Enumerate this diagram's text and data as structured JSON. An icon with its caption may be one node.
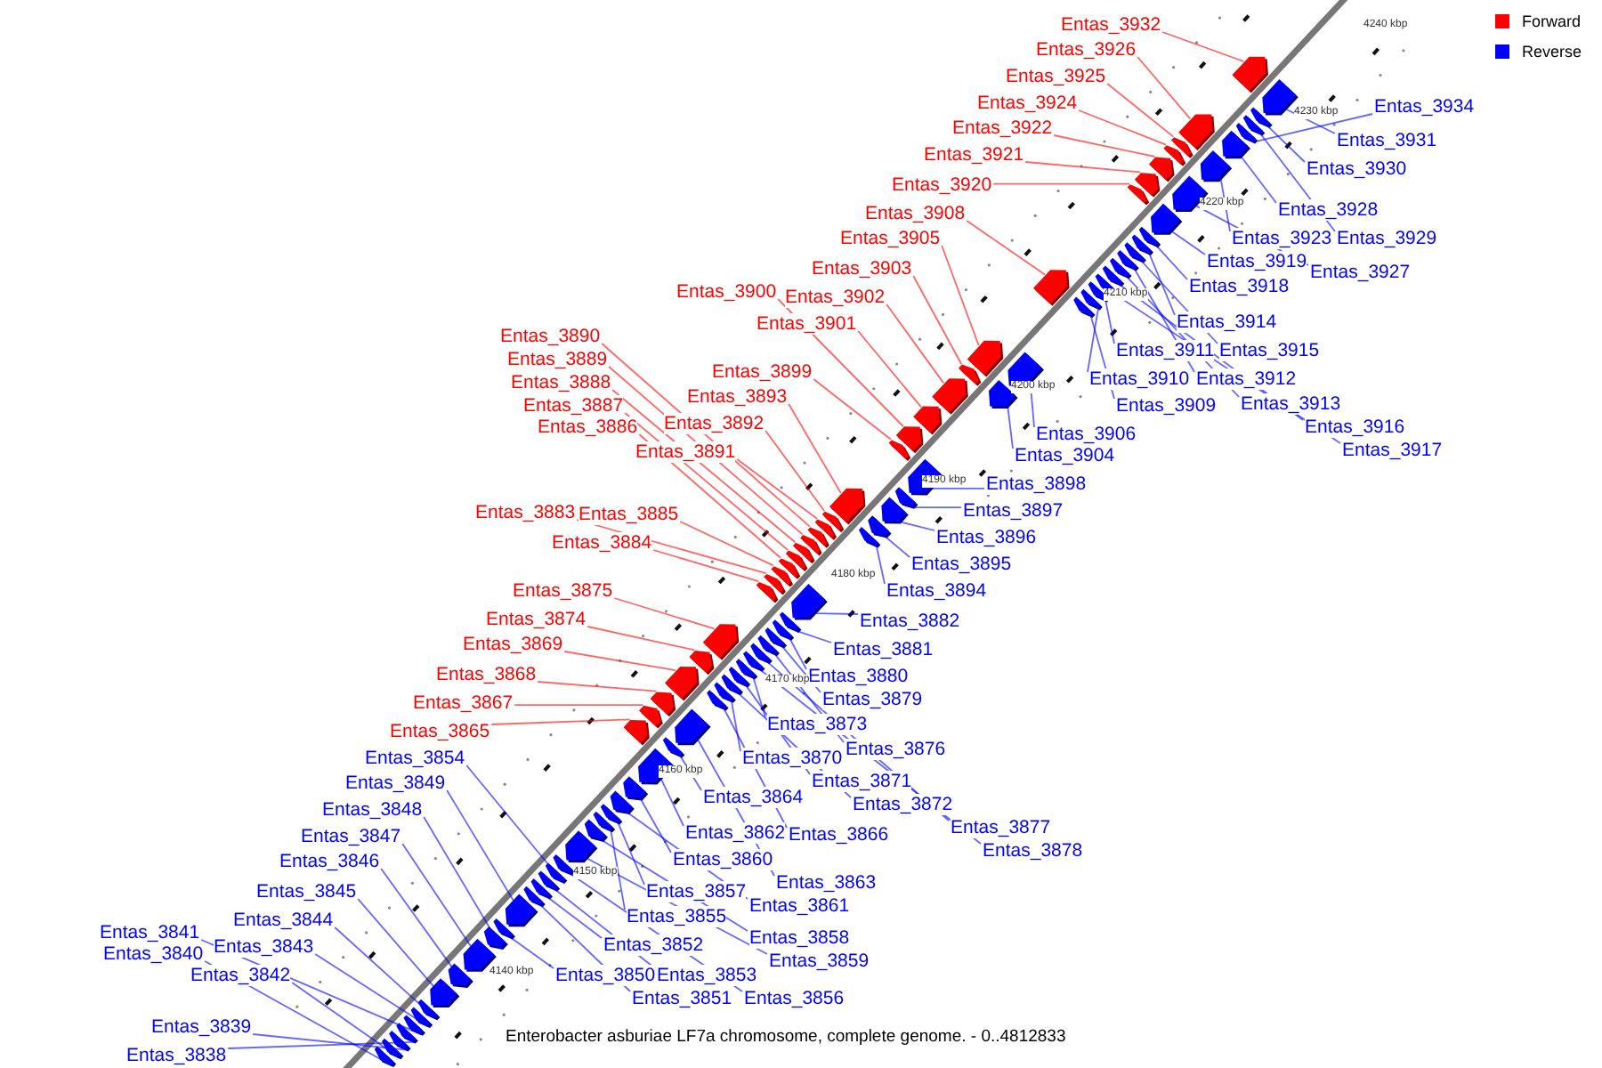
{
  "diagram": {
    "caption": "Enterobacter asburiae LF7a chromosome, complete genome. - 0..4812833",
    "nodes": [
      {
        "text": [
          "Entas_3932"
        ]
      },
      {
        "text": [
          "Entas_3926"
        ]
      },
      {
        "text": [
          "Entas_3925"
        ]
      },
      {
        "text": [
          "Entas_3924"
        ]
      },
      {
        "text": [
          "Entas_3922"
        ]
      },
      {
        "text": [
          "Entas_3921"
        ]
      },
      {
        "text": [
          "Entas_3920"
        ]
      },
      {
        "text": [
          "Entas_3908"
        ]
      },
      {
        "text": [
          "Entas_3905"
        ]
      },
      {
        "text": [
          "Entas_3903"
        ]
      },
      {
        "text": [
          "Entas_3902"
        ]
      },
      {
        "text": [
          "Entas_3901"
        ]
      },
      {
        "text": [
          "Entas_3900"
        ]
      },
      {
        "text": [
          "Entas_3899"
        ]
      },
      {
        "text": [
          "Entas_3893"
        ]
      },
      {
        "text": [
          "Entas_3892"
        ]
      },
      {
        "text": [
          "Entas_3891"
        ]
      },
      {
        "text": [
          "Entas_3890"
        ]
      },
      {
        "text": [
          "Entas_3889"
        ]
      },
      {
        "text": [
          "Entas_3888"
        ]
      },
      {
        "text": [
          "Entas_3887"
        ]
      },
      {
        "text": [
          "Entas_3886"
        ]
      },
      {
        "text": [
          "Entas_3885"
        ]
      },
      {
        "text": [
          "Entas_3884"
        ]
      },
      {
        "text": [
          "Entas_3883"
        ]
      },
      {
        "text": [
          "Entas_3875"
        ]
      },
      {
        "text": [
          "Entas_3874"
        ]
      },
      {
        "text": [
          "Entas_3869"
        ]
      },
      {
        "text": [
          "Entas_3868"
        ]
      },
      {
        "text": [
          "Entas_3867"
        ]
      },
      {
        "text": [
          "Entas_3865"
        ]
      },
      {
        "text": [
          "Entas_3934"
        ]
      },
      {
        "text": [
          "Entas_3931"
        ]
      },
      {
        "text": [
          "Entas_3930"
        ]
      },
      {
        "text": [
          "Entas_3928"
        ]
      },
      {
        "text": [
          "Entas_3929"
        ]
      },
      {
        "text": [
          "Entas_3923"
        ]
      },
      {
        "text": [
          "Entas_3927"
        ]
      },
      {
        "text": [
          "Entas_3919"
        ]
      },
      {
        "text": [
          "Entas_3918"
        ]
      },
      {
        "text": [
          "Entas_3914"
        ]
      },
      {
        "text": [
          "Entas_3915"
        ]
      },
      {
        "text": [
          "Entas_3911"
        ]
      },
      {
        "text": [
          "Entas_3910"
        ]
      },
      {
        "text": [
          "Entas_3912"
        ]
      },
      {
        "text": [
          "Entas_3909"
        ]
      },
      {
        "text": [
          "Entas_3913"
        ]
      },
      {
        "text": [
          "Entas_3916"
        ]
      },
      {
        "text": [
          "Entas_3917"
        ]
      },
      {
        "text": [
          "Entas_3906"
        ]
      },
      {
        "text": [
          "Entas_3904"
        ]
      },
      {
        "text": [
          "Entas_3898"
        ]
      },
      {
        "text": [
          "Entas_3897"
        ]
      },
      {
        "text": [
          "Entas_3896"
        ]
      },
      {
        "text": [
          "Entas_3895"
        ]
      },
      {
        "text": [
          "Entas_3894"
        ]
      },
      {
        "text": [
          "Entas_3882"
        ]
      },
      {
        "text": [
          "Entas_3881"
        ]
      },
      {
        "text": [
          "Entas_3880"
        ]
      },
      {
        "text": [
          "Entas_3879"
        ]
      },
      {
        "text": [
          "Entas_3873"
        ]
      },
      {
        "text": [
          "Entas_3876"
        ]
      },
      {
        "text": [
          "Entas_3870"
        ]
      },
      {
        "text": [
          "Entas_3871"
        ]
      },
      {
        "text": [
          "Entas_3872"
        ]
      },
      {
        "text": [
          "Entas_3877"
        ]
      },
      {
        "text": [
          "Entas_3878"
        ]
      },
      {
        "text": [
          "Entas_3864"
        ]
      },
      {
        "text": [
          "Entas_3862"
        ]
      },
      {
        "text": [
          "Entas_3866"
        ]
      },
      {
        "text": [
          "Entas_3860"
        ]
      },
      {
        "text": [
          "Entas_3863"
        ]
      },
      {
        "text": [
          "Entas_3861"
        ]
      },
      {
        "text": [
          "Entas_3857"
        ]
      },
      {
        "text": [
          "Entas_3855"
        ]
      },
      {
        "text": [
          "Entas_3858"
        ]
      },
      {
        "text": [
          "Entas_3852"
        ]
      },
      {
        "text": [
          "Entas_3859"
        ]
      },
      {
        "text": [
          "Entas_3850"
        ]
      },
      {
        "text": [
          "Entas_3853"
        ]
      },
      {
        "text": [
          "Entas_3851"
        ]
      },
      {
        "text": [
          "Entas_3856"
        ]
      },
      {
        "text": [
          "Entas_3854"
        ]
      },
      {
        "text": [
          "Entas_3849"
        ]
      },
      {
        "text": [
          "Entas_3848"
        ]
      },
      {
        "text": [
          "Entas_3847"
        ]
      },
      {
        "text": [
          "Entas_3846"
        ]
      },
      {
        "text": [
          "Entas_3845"
        ]
      },
      {
        "text": [
          "Entas_3844"
        ]
      },
      {
        "text": [
          "Entas_3843"
        ]
      },
      {
        "text": [
          "Entas_3841"
        ]
      },
      {
        "text": [
          "Entas_3840"
        ]
      },
      {
        "text": [
          "Entas_3842"
        ]
      },
      {
        "text": [
          "Entas_3839"
        ]
      },
      {
        "text": [
          "Entas_3838"
        ]
      },
      {
        "text": [],
        "shape": "pentagon"
      },
      {
        "text": [],
        "shape": "pentagon"
      },
      {
        "text": [],
        "shape": "pentagon"
      },
      {
        "text": [],
        "shape": "pentagon"
      },
      {
        "text": [],
        "shape": "pentagon"
      },
      {
        "text": [],
        "shape": "pentagon"
      },
      {
        "text": [],
        "shape": "pentagon"
      },
      {
        "text": [],
        "shape": "pentagon"
      },
      {
        "text": [],
        "shape": "pentagon"
      },
      {
        "text": [],
        "shape": "pentagon"
      },
      {
        "text": [],
        "shape": "pentagon"
      },
      {
        "text": [],
        "shape": "pentagon"
      },
      {
        "text": [],
        "shape": "pentagon"
      },
      {
        "text": [],
        "shape": "pentagon"
      },
      {
        "text": [],
        "shape": "pentagon"
      },
      {
        "text": [],
        "shape": "pentagon"
      },
      {
        "text": [],
        "shape": "pentagon"
      },
      {
        "text": [],
        "shape": "pentagon"
      },
      {
        "text": [],
        "shape": "pentagon"
      },
      {
        "text": [],
        "shape": "pentagon"
      },
      {
        "text": [],
        "shape": "pentagon"
      },
      {
        "text": [],
        "shape": "pentagon"
      },
      {
        "text": [],
        "shape": "pentagon"
      },
      {
        "text": [],
        "shape": "pentagon"
      },
      {
        "text": [],
        "shape": "pentagon"
      },
      {
        "text": [],
        "shape": "pentagon"
      },
      {
        "text": [],
        "shape": "pentagon"
      },
      {
        "text": [],
        "shape": "pentagon"
      },
      {
        "text": [],
        "shape": "pentagon"
      },
      {
        "text": [],
        "shape": "pentagon"
      },
      {
        "text": [],
        "shape": "pentagon"
      },
      {
        "text": [],
        "shape": "pentagon"
      },
      {
        "text": [],
        "shape": "pentagon"
      },
      {
        "text": [],
        "shape": "pentagon"
      },
      {
        "text": [],
        "shape": "pentagon"
      },
      {
        "text": [],
        "shape": "pentagon"
      },
      {
        "text": [],
        "shape": "pentagon"
      },
      {
        "text": [],
        "shape": "pentagon"
      },
      {
        "text": [],
        "shape": "pentagon"
      },
      {
        "text": [],
        "shape": "pentagon"
      },
      {
        "text": [],
        "shape": "pentagon"
      },
      {
        "text": [],
        "shape": "pentagon"
      },
      {
        "text": [],
        "shape": "pentagon"
      },
      {
        "text": [],
        "shape": "pentagon"
      },
      {
        "text": [],
        "shape": "pentagon"
      },
      {
        "text": [],
        "shape": "pentagon"
      },
      {
        "text": [],
        "shape": "pentagon"
      },
      {
        "text": [],
        "shape": "pentagon"
      },
      {
        "text": [],
        "shape": "pentagon"
      },
      {
        "text": [],
        "shape": "pentagon"
      },
      {
        "text": [],
        "shape": "pentagon"
      },
      {
        "text": [],
        "shape": "pentagon"
      },
      {
        "text": [],
        "shape": "pentagon"
      },
      {
        "text": [],
        "shape": "pentagon"
      },
      {
        "text": [],
        "shape": "pentagon"
      },
      {
        "text": [],
        "shape": "pentagon"
      },
      {
        "text": [],
        "shape": "pentagon"
      },
      {
        "text": [],
        "shape": "pentagon"
      },
      {
        "text": [],
        "shape": "pentagon"
      },
      {
        "text": [],
        "shape": "pentagon"
      },
      {
        "text": [],
        "shape": "pentagon"
      },
      {
        "text": [],
        "shape": "pentagon"
      },
      {
        "text": [],
        "shape": "pentagon"
      },
      {
        "text": [],
        "shape": "pentagon"
      },
      {
        "text": [],
        "shape": "pentagon"
      },
      {
        "text": [],
        "shape": "pentagon"
      },
      {
        "text": [],
        "shape": "pentagon"
      },
      {
        "text": [],
        "shape": "pentagon"
      },
      {
        "text": [],
        "shape": "pentagon"
      },
      {
        "text": [],
        "shape": "pentagon"
      },
      {
        "text": [],
        "shape": "pentagon"
      },
      {
        "text": [],
        "shape": "pentagon"
      },
      {
        "text": [],
        "shape": "pentagon"
      },
      {
        "text": [],
        "shape": "pentagon"
      },
      {
        "text": [],
        "shape": "pentagon"
      },
      {
        "text": [],
        "shape": "pentagon"
      },
      {
        "text": [],
        "shape": "pentagon"
      },
      {
        "text": [],
        "shape": "pentagon"
      },
      {
        "text": [],
        "shape": "pentagon"
      },
      {
        "text": [],
        "shape": "pentagon"
      },
      {
        "text": [],
        "shape": "pentagon"
      },
      {
        "text": [],
        "shape": "pentagon"
      },
      {
        "text": [],
        "shape": "pentagon"
      },
      {
        "text": [],
        "shape": "pentagon"
      },
      {
        "text": [],
        "shape": "pentagon"
      },
      {
        "text": [],
        "shape": "pentagon"
      },
      {
        "text": [],
        "shape": "pentagon"
      },
      {
        "text": [],
        "shape": "pentagon"
      },
      {
        "text": [],
        "shape": "pentagon"
      },
      {
        "text": [],
        "shape": "pentagon"
      },
      {
        "text": [],
        "shape": "pentagon"
      },
      {
        "text": [],
        "shape": "pentagon"
      },
      {
        "text": [],
        "shape": "pentagon"
      },
      {
        "text": [],
        "shape": "pentagon"
      },
      {
        "text": [],
        "shape": "pentagon"
      }
    ],
    "edges": [
      {
        "from": 0,
        "to": 95,
        "arrow": "none",
        "color": "#ff0000"
      },
      {
        "from": 1,
        "to": 96,
        "arrow": "none",
        "color": "#ff0000"
      },
      {
        "from": 2,
        "to": 97,
        "arrow": "none",
        "color": "#ff0000"
      },
      {
        "from": 3,
        "to": 98,
        "arrow": "none",
        "color": "#ff0000"
      },
      {
        "from": 4,
        "to": 99,
        "arrow": "none",
        "color": "#ff0000"
      },
      {
        "from": 5,
        "to": 100,
        "arrow": "none",
        "color": "#ff0000"
      },
      {
        "from": 6,
        "to": 101,
        "arrow": "none",
        "color": "#ff0000"
      },
      {
        "from": 7,
        "to": 102,
        "arrow": "none",
        "color": "#ff0000"
      },
      {
        "from": 8,
        "to": 103,
        "arrow": "none",
        "color": "#ff0000"
      },
      {
        "from": 9,
        "to": 104,
        "arrow": "none",
        "color": "#ff0000"
      },
      {
        "from": 10,
        "to": 105,
        "arrow": "none",
        "color": "#ff0000"
      },
      {
        "from": 11,
        "to": 106,
        "arrow": "none",
        "color": "#ff0000"
      },
      {
        "from": 12,
        "to": 107,
        "arrow": "none",
        "color": "#ff0000"
      },
      {
        "from": 13,
        "to": 108,
        "arrow": "none",
        "color": "#ff0000"
      },
      {
        "from": 14,
        "to": 109,
        "arrow": "none",
        "color": "#ff0000"
      },
      {
        "from": 15,
        "to": 110,
        "arrow": "none",
        "color": "#ff0000"
      },
      {
        "from": 16,
        "to": 111,
        "arrow": "none",
        "color": "#ff0000"
      },
      {
        "from": 17,
        "to": 112,
        "arrow": "none",
        "color": "#ff0000"
      },
      {
        "from": 18,
        "to": 113,
        "arrow": "none",
        "color": "#ff0000"
      },
      {
        "from": 19,
        "to": 114,
        "arrow": "none",
        "color": "#ff0000"
      },
      {
        "from": 20,
        "to": 115,
        "arrow": "none",
        "color": "#ff0000"
      },
      {
        "from": 21,
        "to": 116,
        "arrow": "none",
        "color": "#ff0000"
      },
      {
        "from": 22,
        "to": 117,
        "arrow": "none",
        "color": "#ff0000"
      },
      {
        "from": 23,
        "to": 118,
        "arrow": "none",
        "color": "#ff0000"
      },
      {
        "from": 24,
        "to": 119,
        "arrow": "none",
        "color": "#ff0000"
      },
      {
        "from": 25,
        "to": 120,
        "arrow": "none",
        "color": "#ff0000"
      },
      {
        "from": 26,
        "to": 121,
        "arrow": "none",
        "color": "#ff0000"
      },
      {
        "from": 27,
        "to": 122,
        "arrow": "none",
        "color": "#ff0000"
      },
      {
        "from": 28,
        "to": 123,
        "arrow": "none",
        "color": "#ff0000"
      },
      {
        "from": 29,
        "to": 124,
        "arrow": "none",
        "color": "#ff0000"
      },
      {
        "from": 30,
        "to": 125,
        "arrow": "none",
        "color": "#ff0000"
      },
      {
        "from": 31,
        "to": 126,
        "arrow": "none",
        "color": "#0000ff"
      },
      {
        "from": 32,
        "to": 127,
        "arrow": "none",
        "color": "#0000ff"
      },
      {
        "from": 33,
        "to": 128,
        "arrow": "none",
        "color": "#0000ff"
      },
      {
        "from": 34,
        "to": 129,
        "arrow": "none",
        "color": "#0000ff"
      },
      {
        "from": 35,
        "to": 130,
        "arrow": "none",
        "color": "#0000ff"
      },
      {
        "from": 36,
        "to": 131,
        "arrow": "none",
        "color": "#0000ff"
      },
      {
        "from": 37,
        "to": 132,
        "arrow": "none",
        "color": "#0000ff"
      },
      {
        "from": 38,
        "to": 133,
        "arrow": "none",
        "color": "#0000ff"
      },
      {
        "from": 39,
        "to": 134,
        "arrow": "none",
        "color": "#0000ff"
      },
      {
        "from": 40,
        "to": 135,
        "arrow": "none",
        "color": "#0000ff"
      },
      {
        "from": 41,
        "to": 136,
        "arrow": "none",
        "color": "#0000ff"
      },
      {
        "from": 42,
        "to": 137,
        "arrow": "none",
        "color": "#0000ff"
      },
      {
        "from": 43,
        "to": 138,
        "arrow": "none",
        "color": "#0000ff"
      },
      {
        "from": 44,
        "to": 139,
        "arrow": "none",
        "color": "#0000ff"
      },
      {
        "from": 45,
        "to": 140,
        "arrow": "none",
        "color": "#0000ff"
      },
      {
        "from": 46,
        "to": 141,
        "arrow": "none",
        "color": "#0000ff"
      },
      {
        "from": 47,
        "to": 142,
        "arrow": "none",
        "color": "#0000ff"
      },
      {
        "from": 48,
        "to": 143,
        "arrow": "none",
        "color": "#0000ff"
      },
      {
        "from": 49,
        "to": 144,
        "arrow": "none",
        "color": "#0000ff"
      },
      {
        "from": 50,
        "to": 145,
        "arrow": "none",
        "color": "#0000ff"
      },
      {
        "from": 51,
        "to": 146,
        "arrow": "none",
        "color": "#0000ff"
      },
      {
        "from": 52,
        "to": 147,
        "arrow": "none",
        "color": "#0000ff"
      },
      {
        "from": 53,
        "to": 148,
        "arrow": "none",
        "color": "#0000ff"
      },
      {
        "from": 54,
        "to": 149,
        "arrow": "none",
        "color": "#0000ff"
      },
      {
        "from": 55,
        "to": 150,
        "arrow": "none",
        "color": "#0000ff"
      },
      {
        "from": 56,
        "to": 151,
        "arrow": "none",
        "color": "#0000ff"
      },
      {
        "from": 57,
        "to": 152,
        "arrow": "none",
        "color": "#0000ff"
      },
      {
        "from": 58,
        "to": 153,
        "arrow": "none",
        "color": "#0000ff"
      },
      {
        "from": 59,
        "to": 154,
        "arrow": "none",
        "color": "#0000ff"
      },
      {
        "from": 60,
        "to": 155,
        "arrow": "none",
        "color": "#0000ff"
      },
      {
        "from": 61,
        "to": 156,
        "arrow": "none",
        "color": "#0000ff"
      },
      {
        "from": 62,
        "to": 157,
        "arrow": "none",
        "color": "#0000ff"
      },
      {
        "from": 63,
        "to": 158,
        "arrow": "none",
        "color": "#0000ff"
      },
      {
        "from": 64,
        "to": 159,
        "arrow": "none",
        "color": "#0000ff"
      },
      {
        "from": 65,
        "to": 160,
        "arrow": "none",
        "color": "#0000ff"
      },
      {
        "from": 66,
        "to": 161,
        "arrow": "none",
        "color": "#0000ff"
      },
      {
        "from": 67,
        "to": 162,
        "arrow": "none",
        "color": "#0000ff"
      },
      {
        "from": 68,
        "to": 163,
        "arrow": "none",
        "color": "#0000ff"
      },
      {
        "from": 69,
        "to": 164,
        "arrow": "none",
        "color": "#0000ff"
      },
      {
        "from": 70,
        "to": 165,
        "arrow": "none",
        "color": "#0000ff"
      },
      {
        "from": 71,
        "to": 166,
        "arrow": "none",
        "color": "#0000ff"
      },
      {
        "from": 72,
        "to": 167,
        "arrow": "none",
        "color": "#0000ff"
      },
      {
        "from": 73,
        "to": 168,
        "arrow": "none",
        "color": "#0000ff"
      },
      {
        "from": 74,
        "to": 169,
        "arrow": "none",
        "color": "#0000ff"
      },
      {
        "from": 75,
        "to": 170,
        "arrow": "none",
        "color": "#0000ff"
      },
      {
        "from": 76,
        "to": 171,
        "arrow": "none",
        "color": "#0000ff"
      },
      {
        "from": 77,
        "to": 172,
        "arrow": "none",
        "color": "#0000ff"
      },
      {
        "from": 78,
        "to": 173,
        "arrow": "none",
        "color": "#0000ff"
      },
      {
        "from": 79,
        "to": 174,
        "arrow": "none",
        "color": "#0000ff"
      },
      {
        "from": 80,
        "to": 175,
        "arrow": "none",
        "color": "#0000ff"
      },
      {
        "from": 81,
        "to": 176,
        "arrow": "none",
        "color": "#0000ff"
      },
      {
        "from": 82,
        "to": 177,
        "arrow": "none",
        "color": "#0000ff"
      },
      {
        "from": 83,
        "to": 178,
        "arrow": "none",
        "color": "#0000ff"
      },
      {
        "from": 84,
        "to": 179,
        "arrow": "none",
        "color": "#0000ff"
      },
      {
        "from": 85,
        "to": 180,
        "arrow": "none",
        "color": "#0000ff"
      },
      {
        "from": 86,
        "to": 181,
        "arrow": "none",
        "color": "#0000ff"
      },
      {
        "from": 87,
        "to": 182,
        "arrow": "none",
        "color": "#0000ff"
      },
      {
        "from": 88,
        "to": 183,
        "arrow": "none",
        "color": "#0000ff"
      },
      {
        "from": 89,
        "to": 184,
        "arrow": "none",
        "color": "#0000ff"
      },
      {
        "from": 90,
        "to": 185,
        "arrow": "none",
        "color": "#0000ff"
      },
      {
        "from": 91,
        "to": 186,
        "arrow": "none",
        "color": "#0000ff"
      },
      {
        "from": 92,
        "to": 187,
        "arrow": "none",
        "color": "#0000ff"
      },
      {
        "from": 93,
        "to": 188,
        "arrow": "none",
        "color": "#0000ff"
      },
      {
        "from": 94,
        "to": 189,
        "arrow": "none",
        "color": "#0000ff"
      }
    ],
    "labels": [
      "4240 kbp",
      "4230 kbp",
      "4220 kbp",
      "4210 kbp",
      "4200 kbp",
      "4190 kbp",
      "4180 kbp",
      "4170 kbp",
      "4160 kbp",
      "4150 kbp",
      "4140 kbp"
    ],
    "legend": [
      {
        "text": "Forward",
        "color": "#ff0000"
      },
      {
        "text": "Reverse",
        "color": "#0000ff"
      }
    ]
  }
}
